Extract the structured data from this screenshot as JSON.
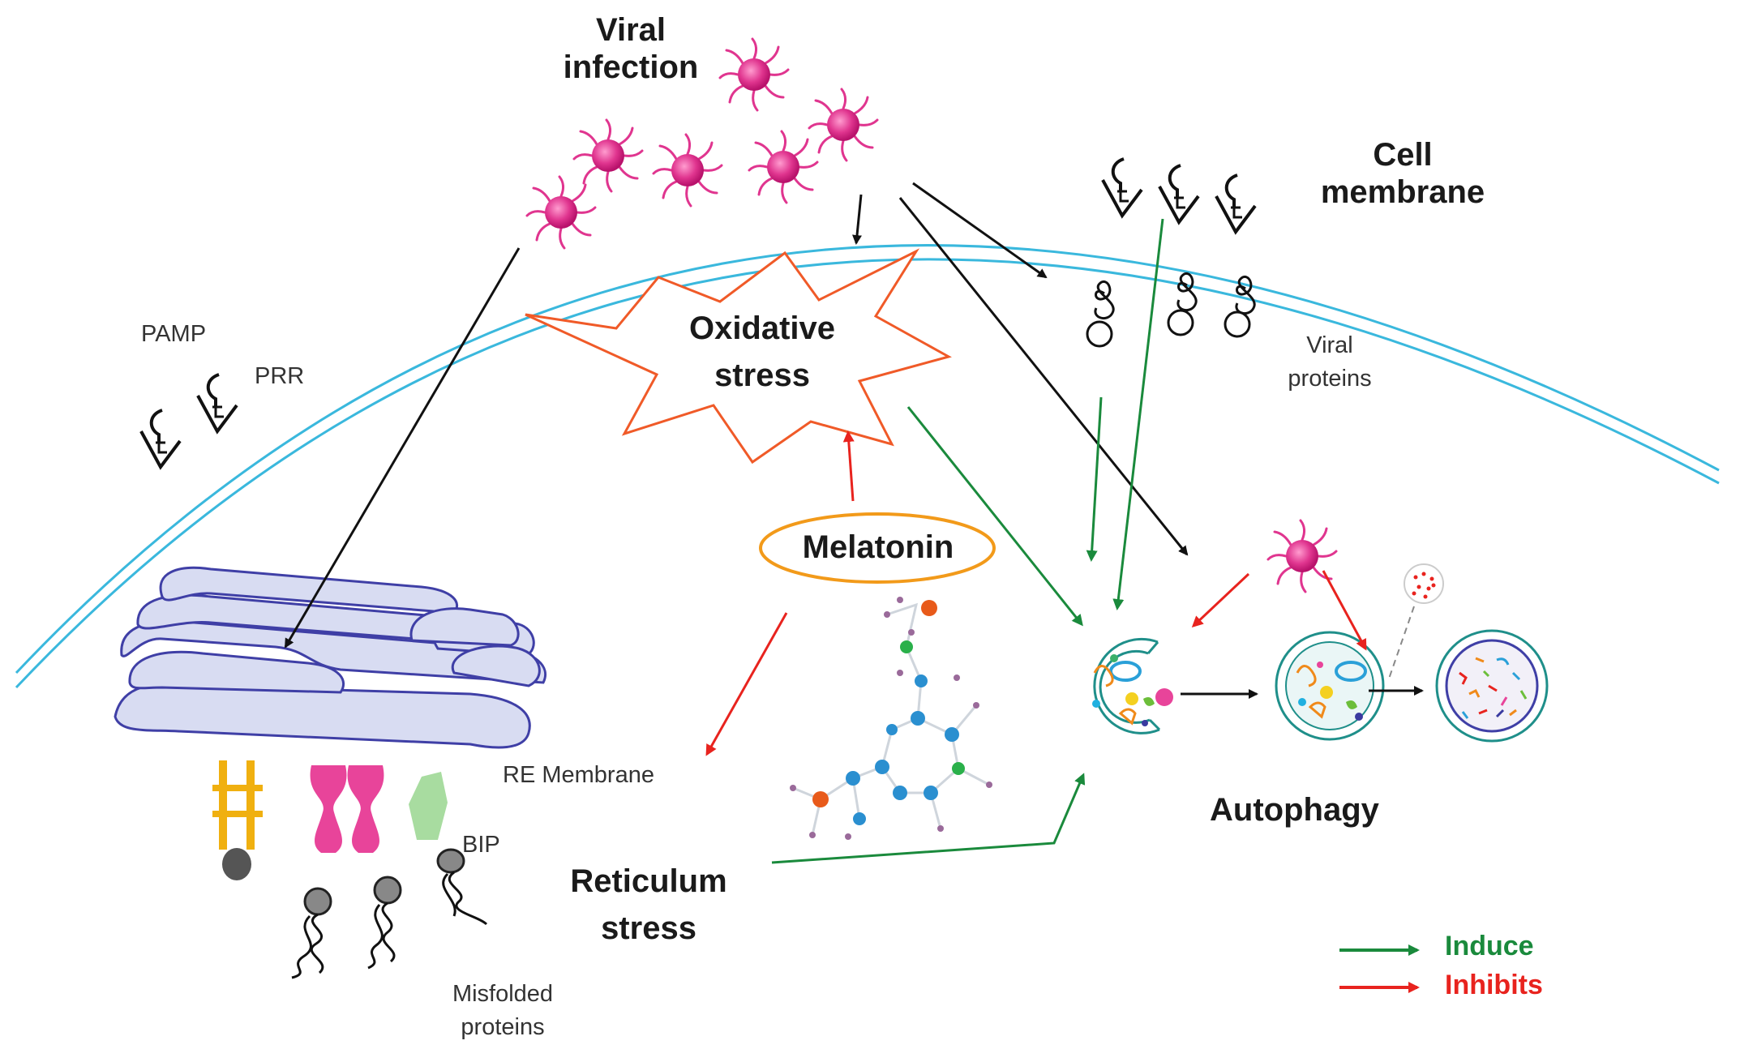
{
  "labels": {
    "viral_infection_1": "Viral",
    "viral_infection_2": "infection",
    "cell_membrane_1": "Cell",
    "cell_membrane_2": "membrane",
    "oxidative_1": "Oxidative",
    "oxidative_2": "stress",
    "melatonin": "Melatonin",
    "pamp": "PAMP",
    "prr": "PRR",
    "viral_proteins_1": "Viral",
    "viral_proteins_2": "proteins",
    "re_membrane": "RE Membrane",
    "bip": "BIP",
    "reticulum_1": "Reticulum",
    "reticulum_2": "stress",
    "misfolded_1": "Misfolded",
    "misfolded_2": "proteins",
    "autophagy": "Autophagy"
  },
  "legend": {
    "induce": "Induce",
    "inhibits": "Inhibits"
  },
  "colors": {
    "induce": "#1a8a3c",
    "inhibits": "#e8231e",
    "membrane": "#3ab8dd",
    "virus": "#e0358f",
    "golgi": "#3f3fa6",
    "star": "#f05a28",
    "melatonin_ring": "#f29a1a",
    "receptor_yellow": "#f0b010",
    "receptor_pink": "#e8449a",
    "bip_green": "#a8dca0",
    "molecule_blue": "#2a8fd0",
    "vesicle": "#1f8f8a"
  }
}
